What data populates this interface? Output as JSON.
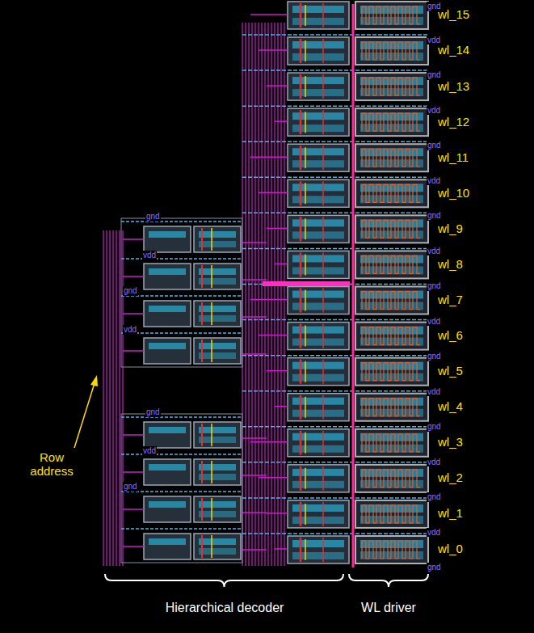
{
  "diagram": {
    "labels": [
      "wl_15",
      "wl_14",
      "wl_13",
      "wl_12",
      "wl_11",
      "wl_10",
      "wl_9",
      "wl_8",
      "wl_7",
      "wl_6",
      "wl_5",
      "wl_4",
      "wl_3",
      "wl_2",
      "wl_1",
      "wl_0",
      "Row address",
      "Hierarchical decoder",
      "WL driver",
      "gnd",
      "vdd",
      "gnd",
      "vdd",
      "gnd",
      "vdd",
      "gnd",
      "vdd",
      "gnd",
      "vdd",
      "gnd",
      "vdd",
      "gnd",
      "vdd",
      "gnd",
      "vdd",
      "gnd",
      "gnd",
      "vdd",
      "gnd",
      "vdd",
      "gnd",
      "vdd",
      "gnd"
    ]
  }
}
